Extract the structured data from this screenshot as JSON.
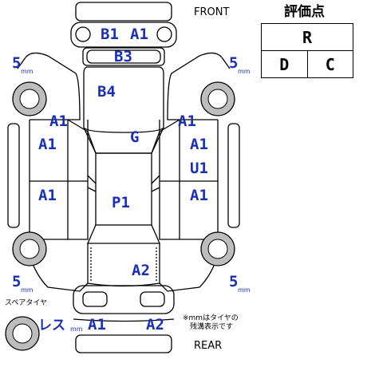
{
  "labels": {
    "front": "FRONT",
    "rear": "REAR",
    "spare_tire": "スペアタイヤ",
    "mm_note_line1": "※mmはタイヤの",
    "mm_note_line2": "残溝表示です"
  },
  "grade": {
    "title": "評価点",
    "overall": "R",
    "interior": "D",
    "exterior": "C"
  },
  "tires": {
    "front_left": {
      "value": "5",
      "unit": "mm"
    },
    "front_right": {
      "value": "5",
      "unit": "mm"
    },
    "rear_left": {
      "value": "5",
      "unit": "mm"
    },
    "rear_right": {
      "value": "5",
      "unit": "mm"
    },
    "spare": {
      "value": "レス",
      "unit": "mm"
    }
  },
  "damage_codes": {
    "front_bumper_left": "B1",
    "front_bumper_right": "A1",
    "front_panel": "B3",
    "hood": "B4",
    "front_left_fender": "A1",
    "front_right_fender": "A1",
    "left_front_door": "A1",
    "right_front_door_a": "A1",
    "right_front_door_b": "U1",
    "windshield": "G",
    "roof": "P1",
    "left_rear_door": "A1",
    "right_rear_door": "A1",
    "trunk": "A2",
    "rear_bumper_left": "A1",
    "rear_bumper_right": "A2"
  },
  "colors": {
    "code": "#1a2fb8",
    "outline": "#000000"
  }
}
